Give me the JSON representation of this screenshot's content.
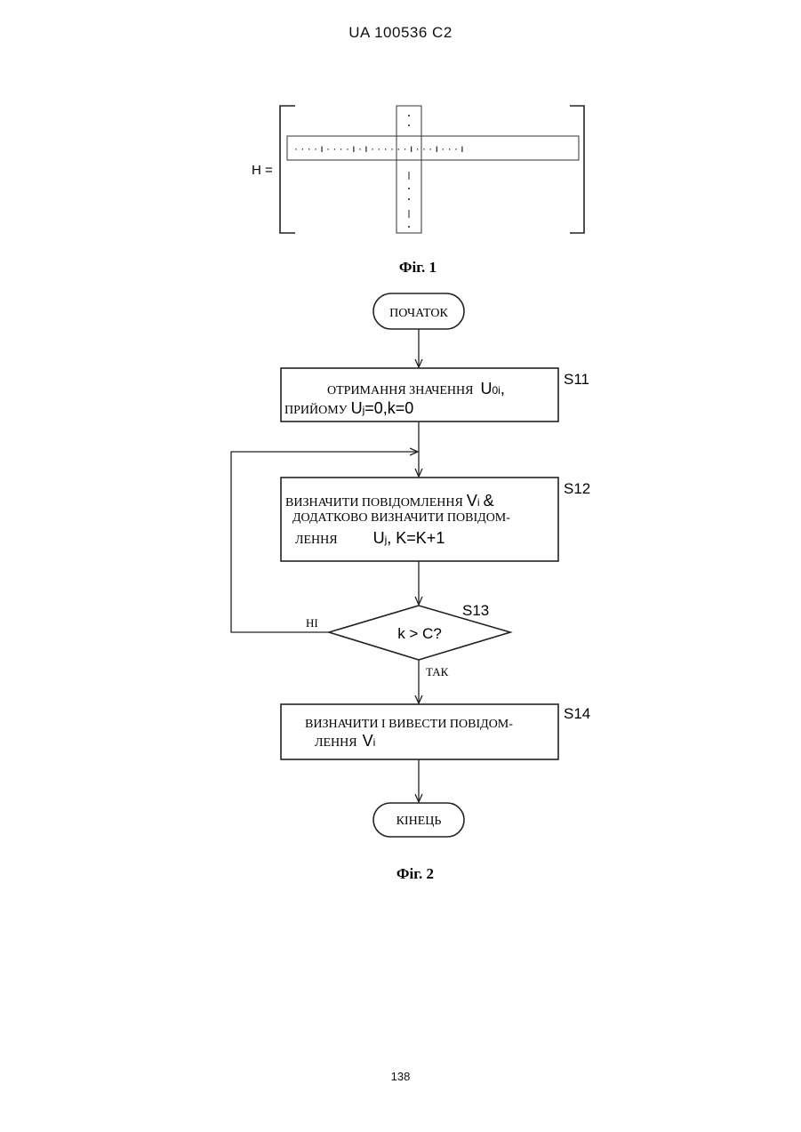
{
  "header": {
    "doc_number": "UA  100536  C2"
  },
  "figure1": {
    "matrix_label": "H =",
    "row_content": "· · · · ı · · · · ı · ı · · · · · · ı · · · ı · · · ı",
    "caption": "Фіг. 1"
  },
  "figure2": {
    "start_label": "ПОЧАТОК",
    "s11": {
      "step": "S11",
      "line1": "ОТРИМАННЯ ЗНАЧЕННЯ",
      "line1_var": "U",
      "line1_sub": "0i",
      "line1_tail": ",",
      "line2": "ПРИЙОМУ",
      "line2_math": "U",
      "line2_sub": "j",
      "line2_tail": "=0,k=0"
    },
    "s12": {
      "step": "S12",
      "line1": "ВИЗНАЧИТИ ПОВІДОМЛЕННЯ",
      "line1_var": "V",
      "line1_sub": "i",
      "line1_tail": "&",
      "line2": "ДОДАТКОВО ВИЗНАЧИТИ ПОВІДОМ-",
      "line3": "ЛЕННЯ",
      "line3_var": "U",
      "line3_sub": "j",
      "line3_tail": ",  K=K+1"
    },
    "s13": {
      "step": "S13",
      "condition": "k > C?",
      "no_label": "НІ",
      "yes_label": "ТАК"
    },
    "s14": {
      "step": "S14",
      "line1": "ВИЗНАЧИТИ І ВИВЕСТИ ПОВІДОМ-",
      "line2": "ЛЕННЯ",
      "line2_var": "V",
      "line2_sub": "i"
    },
    "end_label": "КІНЕЦЬ",
    "caption": "Фіг. 2"
  },
  "footer": {
    "page_number": "138"
  }
}
